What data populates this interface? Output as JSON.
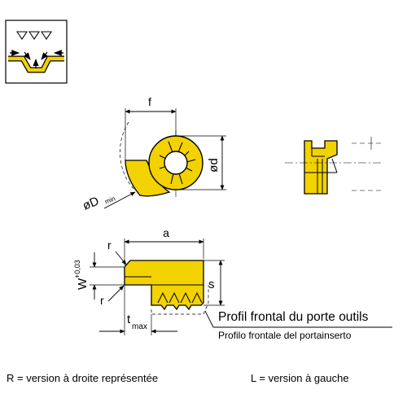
{
  "colors": {
    "insert": "#f2d200",
    "line": "#000000",
    "background": "#ffffff"
  },
  "icon": {
    "name": "surface-finish-groove-icon"
  },
  "labels": {
    "f": "f",
    "d": "ød",
    "D": "øD",
    "D_sub": "min",
    "a": "a",
    "r_top": "r",
    "r_bottom": "r",
    "w": "W",
    "w_tol": "+0,03",
    "s": "s",
    "t": "t",
    "t_sub": "max"
  },
  "profile": {
    "title": "Profil frontal du porte outils",
    "subtitle": "Profilo frontale del portainserto"
  },
  "footer": {
    "right_version": "R = version à droite représentée",
    "left_version": "L = version à gauche"
  }
}
